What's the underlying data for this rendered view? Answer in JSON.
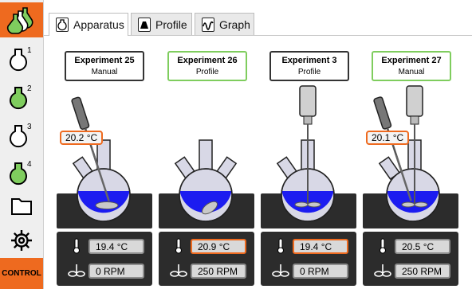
{
  "sidebar": {
    "items": [
      {
        "icon": "flasks-group-icon",
        "active": true
      },
      {
        "icon": "flask-empty-icon",
        "number": "1"
      },
      {
        "icon": "flask-green-icon",
        "number": "2"
      },
      {
        "icon": "flask-empty-icon",
        "number": "3"
      },
      {
        "icon": "flask-green-icon",
        "number": "4"
      },
      {
        "icon": "folder-icon"
      },
      {
        "icon": "gear-icon"
      }
    ],
    "control_label": "CONTROL"
  },
  "tabs": [
    {
      "label": "Apparatus",
      "icon": "flask-icon",
      "active": true
    },
    {
      "label": "Profile",
      "icon": "profile-icon",
      "active": false
    },
    {
      "label": "Graph",
      "icon": "graph-icon",
      "active": false
    }
  ],
  "experiments": [
    {
      "name": "Experiment 25",
      "mode": "Manual",
      "mode_border": "#333333",
      "probe_temp": "20.2 °C",
      "temp": "19.4 °C",
      "temp_highlight": false,
      "rpm": "0 RPM"
    },
    {
      "name": "Experiment 26",
      "mode": "Profile",
      "mode_border": "#7fcd5e",
      "temp": "20.9 °C",
      "temp_highlight": true,
      "rpm": "250 RPM"
    },
    {
      "name": "Experiment 3",
      "mode": "Profile",
      "mode_border": "#333333",
      "temp": "19.4 °C",
      "temp_highlight": true,
      "rpm": "0 RPM"
    },
    {
      "name": "Experiment 27",
      "mode": "Manual",
      "mode_border": "#7fcd5e",
      "probe_temp": "20.1 °C",
      "temp": "20.5 °C",
      "temp_highlight": false,
      "rpm": "250 RPM"
    }
  ],
  "colors": {
    "accent": "#ee6a1f",
    "liquid": "#1c1cf0",
    "flask": "#d8d8e6",
    "panel": "#2c2c2c",
    "green": "#7fcd5e"
  }
}
